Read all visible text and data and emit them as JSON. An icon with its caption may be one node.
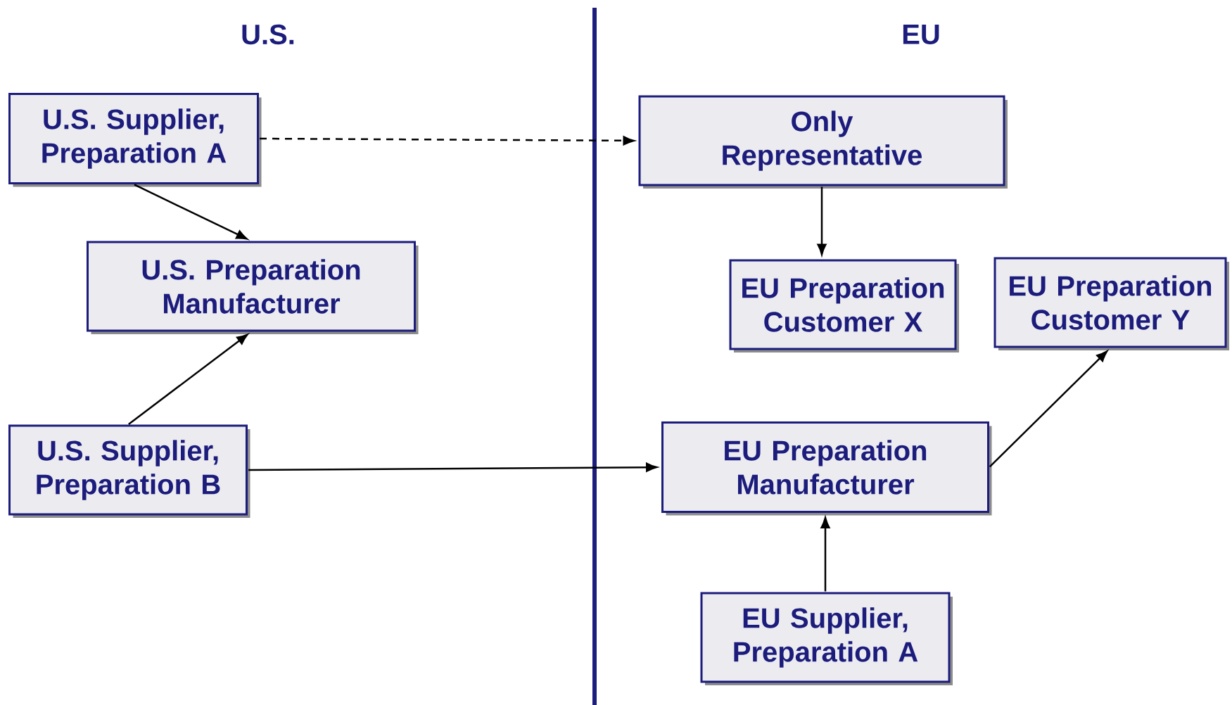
{
  "diagram": {
    "nodes": [
      {
        "text": [
          "U.S. Supplier, Preparation A"
        ]
      },
      {
        "text": [
          "U.S. Preparation Manufacturer"
        ]
      },
      {
        "text": [
          "U.S. Supplier, Preparation B"
        ]
      },
      {
        "text": [
          "Only Representative"
        ]
      },
      {
        "text": [
          "EU Preparation Customer X"
        ]
      },
      {
        "text": [
          "EU Preparation Customer Y"
        ]
      },
      {
        "text": [
          "EU Preparation Manufacturer"
        ]
      },
      {
        "text": [
          "EU Supplier, Preparation A"
        ]
      }
    ],
    "edges": [
      {
        "from": 0,
        "to": 3,
        "arrow": "to",
        "style": "dashed"
      },
      {
        "from": 0,
        "to": 1,
        "arrow": "to"
      },
      {
        "from": 2,
        "to": 1,
        "arrow": "to"
      },
      {
        "from": 2,
        "to": 6,
        "arrow": "to"
      },
      {
        "from": 3,
        "to": 4,
        "arrow": "to"
      },
      {
        "from": 6,
        "to": 5,
        "arrow": "to"
      },
      {
        "from": 7,
        "to": 6,
        "arrow": "to"
      }
    ],
    "labels": [
      "U.S.",
      "EU"
    ]
  }
}
